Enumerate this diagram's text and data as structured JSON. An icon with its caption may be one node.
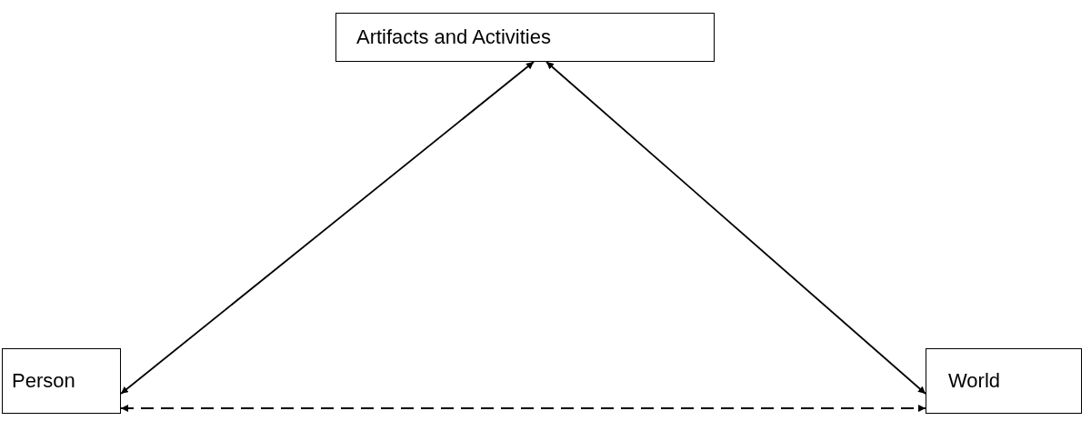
{
  "diagram": {
    "nodes": [
      {
        "text": [
          "Artifacts and Activities"
        ]
      },
      {
        "text": [
          "Person"
        ]
      },
      {
        "text": [
          "World"
        ]
      }
    ],
    "edges": [
      {
        "from": 1,
        "to": 0,
        "arrow": "both"
      },
      {
        "from": 0,
        "to": 2,
        "arrow": "both"
      },
      {
        "from": 1,
        "to": 2,
        "arrow": "both",
        "style": "dashed"
      }
    ]
  }
}
